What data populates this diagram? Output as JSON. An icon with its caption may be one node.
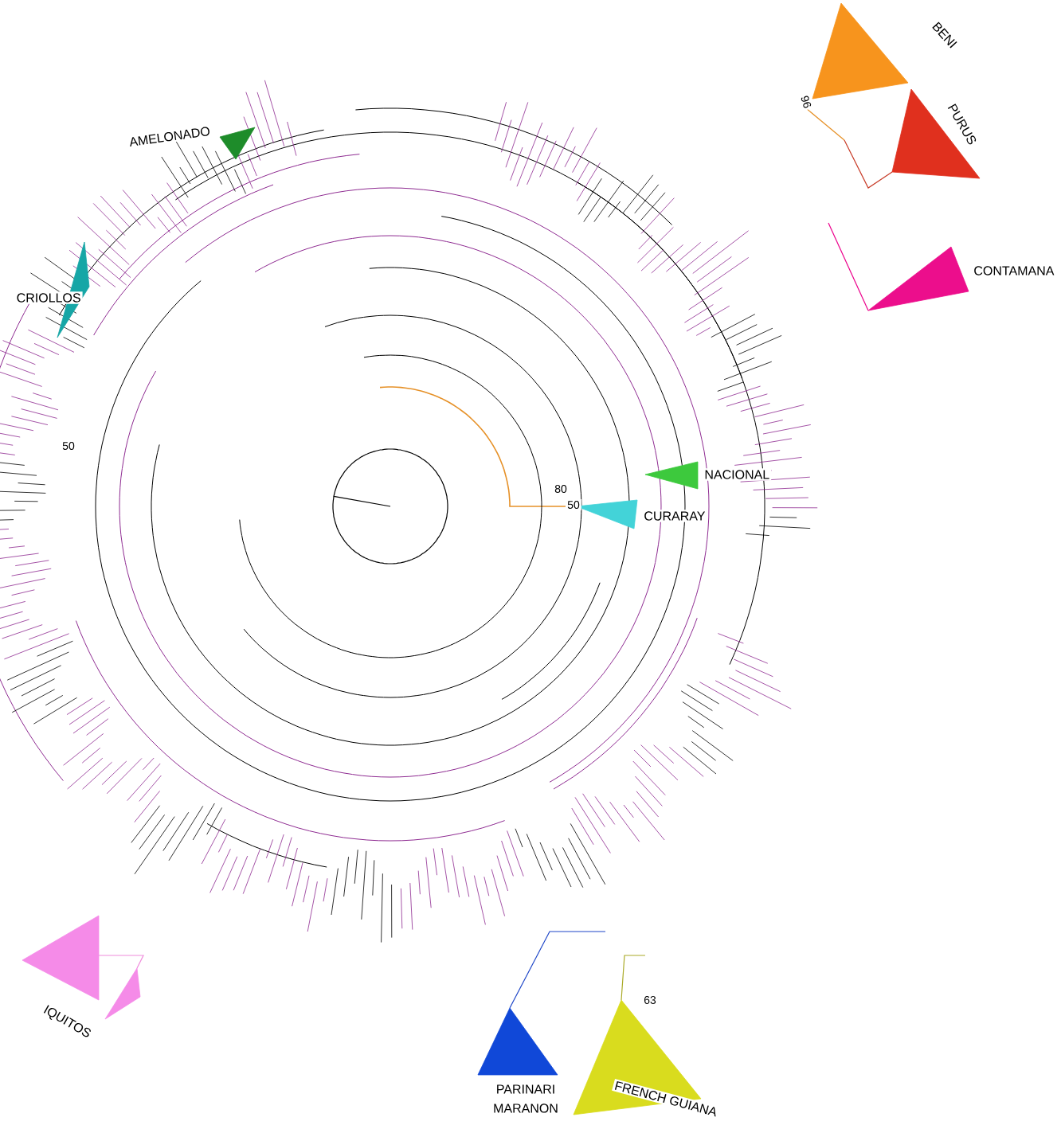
{
  "diagram": {
    "labels": [
      "AMELONADO",
      "BENI",
      "96",
      "PURUS",
      "CONTAMANA",
      "CRIOLLOS",
      "50",
      "NACIONAL",
      "80",
      "50",
      "CURARAY",
      "IQUITOS",
      "PARINARI MARANON",
      "63",
      "FRENCH GUIANA"
    ]
  }
}
